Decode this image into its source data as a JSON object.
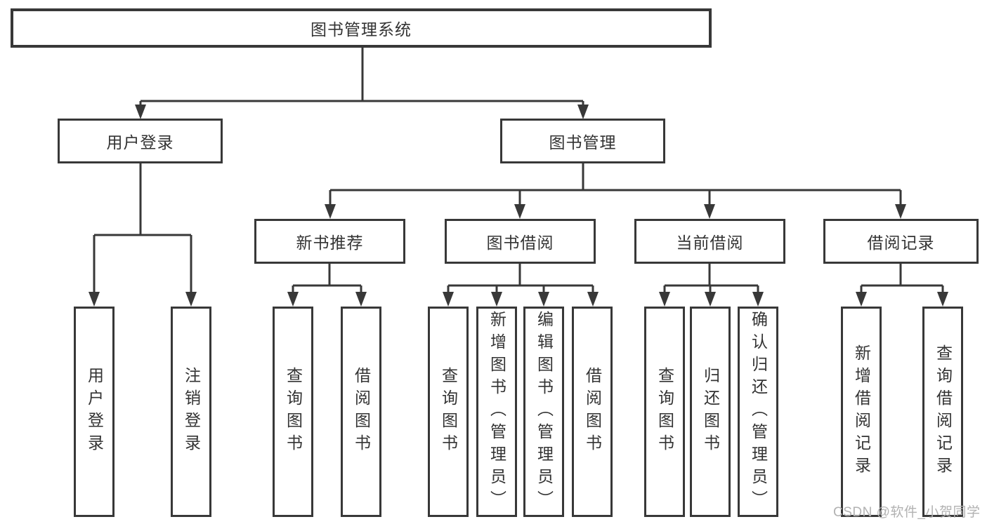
{
  "diagram": {
    "title": "图书管理系统",
    "colors": {
      "line": "#383838",
      "box_border": "#383838",
      "text": "#333333",
      "background": "#ffffff",
      "watermark": "#b2b2b2"
    },
    "root": {
      "label": "图书管理系统"
    },
    "level2": [
      {
        "label": "用户登录"
      },
      {
        "label": "图书管理"
      }
    ],
    "level3": [
      {
        "label": "新书推荐"
      },
      {
        "label": "图书借阅"
      },
      {
        "label": "当前借阅"
      },
      {
        "label": "借阅记录"
      }
    ],
    "leaves": {
      "user_login": [
        "用户登录",
        "注销登录"
      ],
      "new_book": [
        "查询图书",
        "借阅图书"
      ],
      "book_borrow": [
        "查询图书",
        "新增图书（管理员）",
        "编辑图书（管理员）",
        "借阅图书"
      ],
      "current_borrow": [
        "查询图书",
        "归还图书",
        "确认归还（管理员）"
      ],
      "borrow_record": [
        "新增借阅记录",
        "查询借阅记录"
      ]
    },
    "watermark": "CSDN @软件_小贺同学"
  }
}
